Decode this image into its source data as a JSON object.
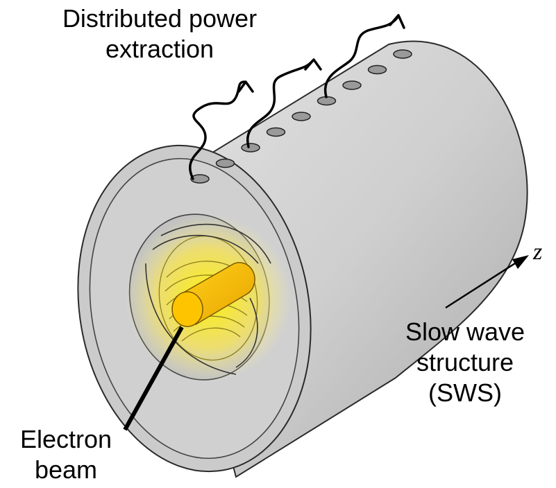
{
  "labels": {
    "power_extraction": [
      "Distributed power",
      "extraction"
    ],
    "sws": [
      "Slow wave",
      "structure",
      "(SWS)"
    ],
    "electron_beam": [
      "Electron",
      "beam"
    ],
    "z_axis": "z"
  },
  "colors": {
    "body": "#cfcfcf",
    "body_shade": "#b8b8b8",
    "end_face": "#c9c9c9",
    "outline": "#2a2a2a",
    "beam": "#f5b800",
    "glow": "#ffe600",
    "arrow": "#000000"
  },
  "counts": {
    "extraction_ports": 9,
    "power_arrows": 3
  }
}
